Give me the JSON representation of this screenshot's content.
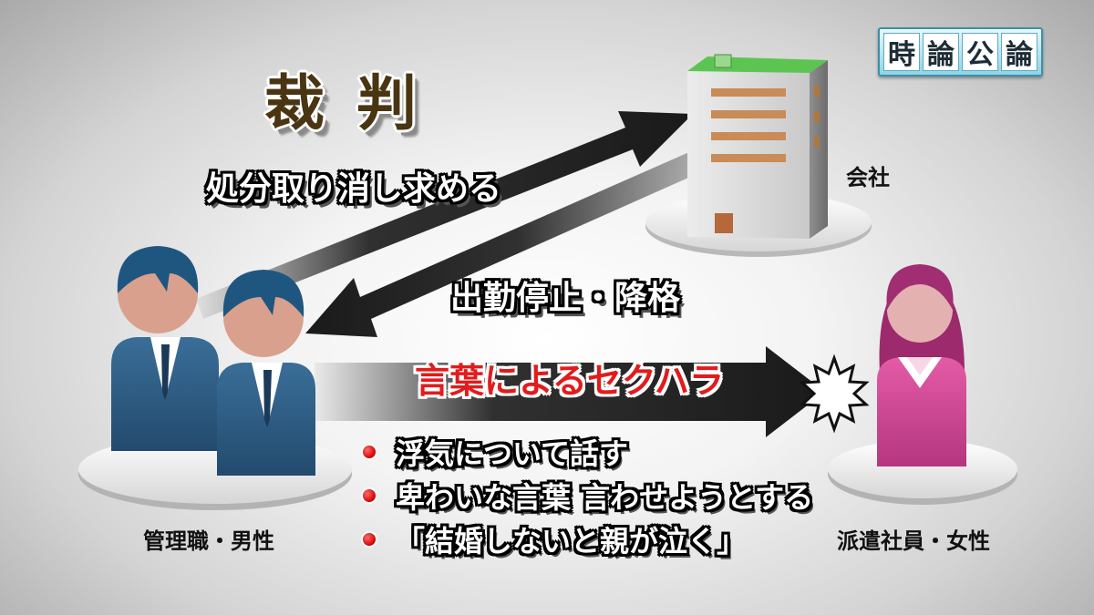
{
  "logo": {
    "chars": [
      "時",
      "論",
      "公",
      "論"
    ]
  },
  "title": "裁 判",
  "captions": {
    "appeal": "処分取り消し求める",
    "discipline": "出勤停止・降格",
    "harassment": "言葉によるセクハラ"
  },
  "nodes": {
    "company": "会社",
    "managers": "管理職・男性",
    "worker": "派遣社員・女性"
  },
  "bullets": [
    "浮気について話す",
    "卑わいな言葉 言わせようとする",
    "「結婚しないと親が泣く」"
  ],
  "colors": {
    "title": "#4a3512",
    "harassment_text": "#e21b1b",
    "bullet_dot": "#d00000",
    "man_suit": "#2f5d86",
    "woman_suit": "#d94c9a",
    "building_roof": "#5cc552"
  },
  "icons": [
    "person-man-icon",
    "person-woman-icon",
    "office-building-icon",
    "impact-burst-icon",
    "arrow-icon"
  ]
}
